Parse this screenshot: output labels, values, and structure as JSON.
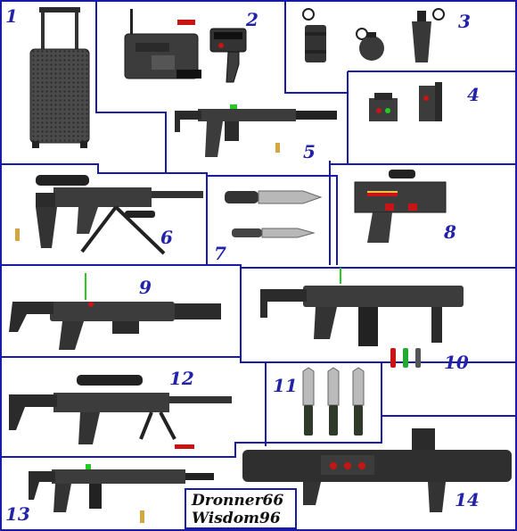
{
  "panel_numbers": [
    "1",
    "2",
    "3",
    "4",
    "5",
    "6",
    "7",
    "8",
    "9",
    "10",
    "11",
    "12",
    "13",
    "14"
  ],
  "credits": [
    "Dronner66",
    "Wisdom96"
  ],
  "colors": {
    "frame": "#1a1aa8",
    "number": "#2222aa",
    "weapon_body": "#3c3c3c",
    "weapon_dark": "#222222",
    "accent_red": "#c81414",
    "accent_green": "#22cc22",
    "brass": "#d4a640"
  },
  "icons": [
    "wheeled-case",
    "radio-device",
    "grenade-set",
    "laser-sights",
    "submachine-gun",
    "sniper-rifle-bipod",
    "combat-knife",
    "pistol-frame",
    "grenade-launcher",
    "compact-carbine",
    "knife-set",
    "marksman-rifle",
    "carbine",
    "rocket-launcher"
  ]
}
